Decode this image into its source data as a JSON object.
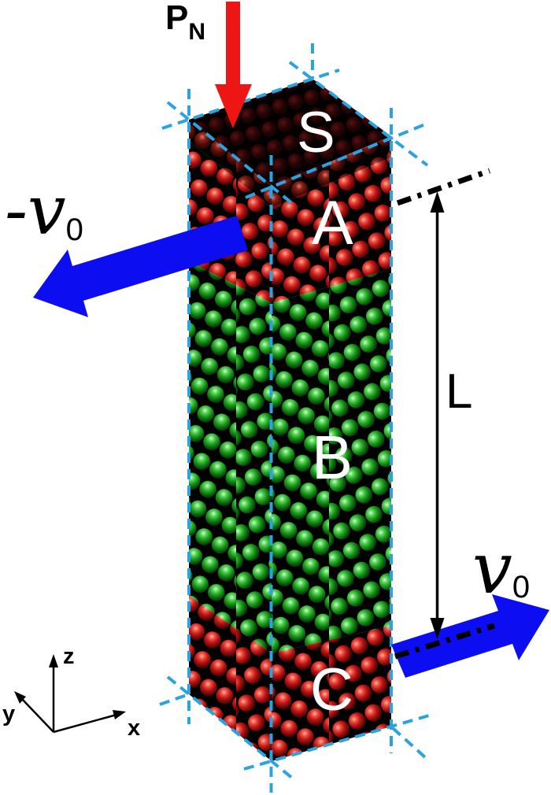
{
  "figure": {
    "description": "Molecular dynamics shear simulation schematic of an atomistic slab",
    "annotations": {
      "normal_load": {
        "symbol": "P",
        "subscript": "N"
      },
      "top_wall_label": "S",
      "region_a_label": "A",
      "region_b_label": "B",
      "region_c_label": "C",
      "length_label": "L",
      "velocity_left": {
        "symbol": "-v",
        "subscript": "0"
      },
      "velocity_right": {
        "symbol": "v",
        "subscript": "0"
      },
      "axes": {
        "x": "x",
        "y": "y",
        "z": "z"
      }
    },
    "colors": {
      "background": "#ffffff",
      "load_arrow": "#ee1515",
      "velocity_arrows": "#0d0df2",
      "simulation_box_lines": "#2ba3e0",
      "atoms_region_a_c": "#c01818",
      "atoms_region_b": "#1f9e1f",
      "top_wall_atoms": "#2a0404",
      "region_labels": "#ffffff",
      "annotations": "#000000"
    }
  }
}
